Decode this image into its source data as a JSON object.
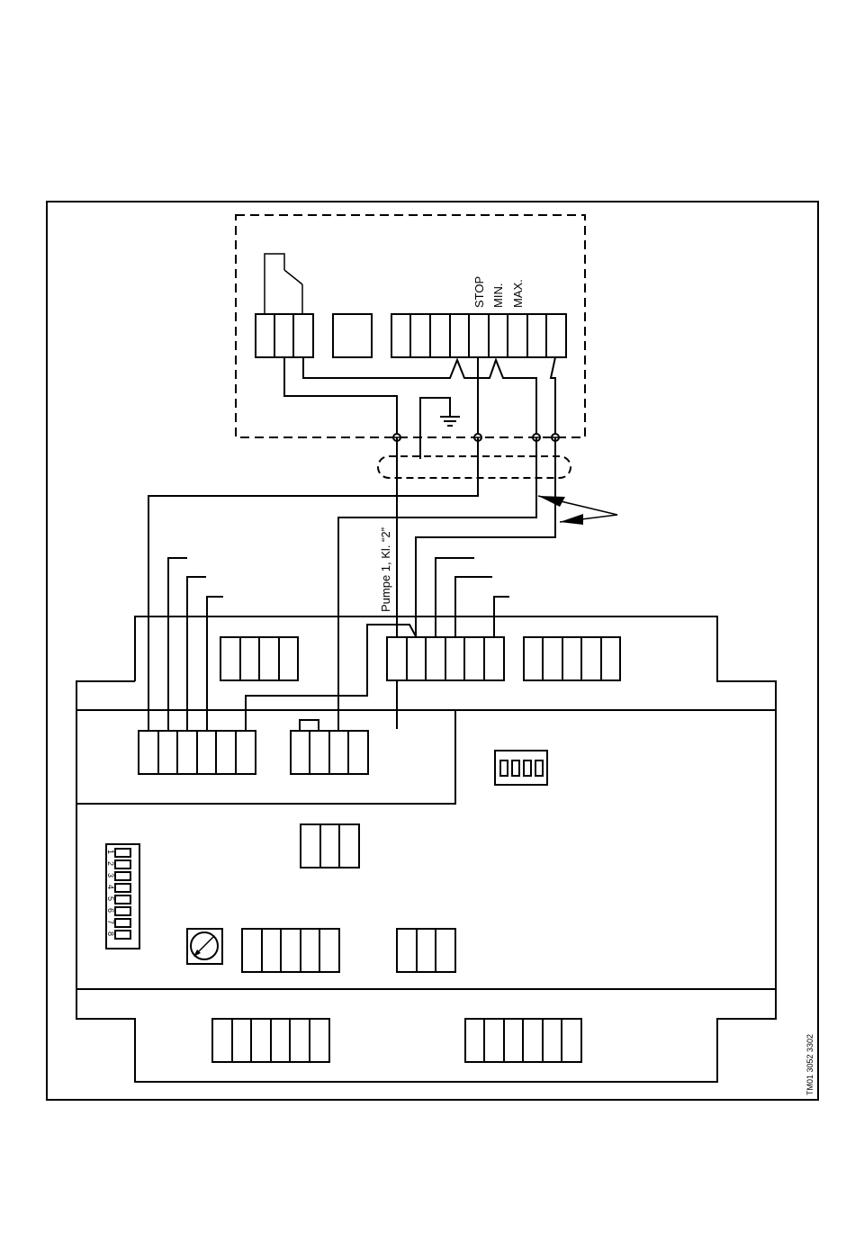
{
  "labels": {
    "stop": "STOP",
    "min": "MIN.",
    "max": "MAX.",
    "pump_terminal": "Pumpe 1, Kl. “2”",
    "drawing_code": "TM01 3052 3302",
    "dip_numbers": [
      "1",
      "2",
      "3",
      "4",
      "5",
      "6",
      "7",
      "8"
    ]
  }
}
